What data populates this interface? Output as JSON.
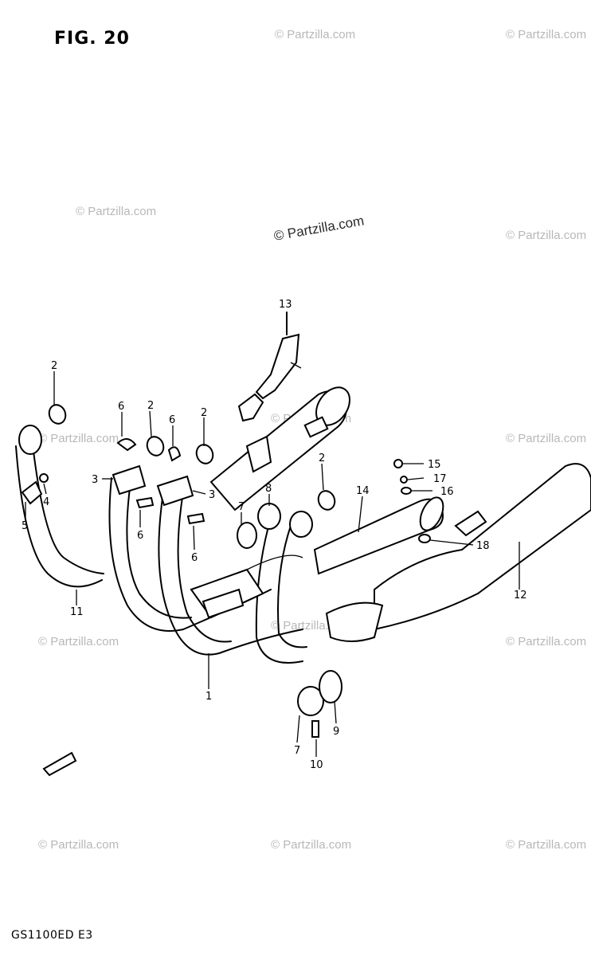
{
  "figure": {
    "title": "FIG. 20",
    "model_code": "GS1100ED  E3"
  },
  "watermark": {
    "text": "© Partzilla.com",
    "center_text": "© Partzilla.com"
  },
  "callouts": [
    {
      "id": "c-13",
      "label": "13"
    },
    {
      "id": "c-2a",
      "label": "2"
    },
    {
      "id": "c-6a",
      "label": "6"
    },
    {
      "id": "c-2b",
      "label": "2"
    },
    {
      "id": "c-6b",
      "label": "6"
    },
    {
      "id": "c-2c",
      "label": "2"
    },
    {
      "id": "c-2d",
      "label": "2"
    },
    {
      "id": "c-15",
      "label": "15"
    },
    {
      "id": "c-17",
      "label": "17"
    },
    {
      "id": "c-16",
      "label": "16"
    },
    {
      "id": "c-14",
      "label": "14"
    },
    {
      "id": "c-3a",
      "label": "3"
    },
    {
      "id": "c-3b",
      "label": "3"
    },
    {
      "id": "c-4",
      "label": "4"
    },
    {
      "id": "c-5",
      "label": "5"
    },
    {
      "id": "c-6c",
      "label": "6"
    },
    {
      "id": "c-6d",
      "label": "6"
    },
    {
      "id": "c-7a",
      "label": "7"
    },
    {
      "id": "c-8",
      "label": "8"
    },
    {
      "id": "c-18",
      "label": "18"
    },
    {
      "id": "c-12",
      "label": "12"
    },
    {
      "id": "c-11",
      "label": "11"
    },
    {
      "id": "c-1",
      "label": "1"
    },
    {
      "id": "c-9",
      "label": "9"
    },
    {
      "id": "c-7b",
      "label": "7"
    },
    {
      "id": "c-10",
      "label": "10"
    }
  ],
  "colors": {
    "line": "#000000",
    "background": "#ffffff",
    "watermark": "#b8b8b8"
  }
}
